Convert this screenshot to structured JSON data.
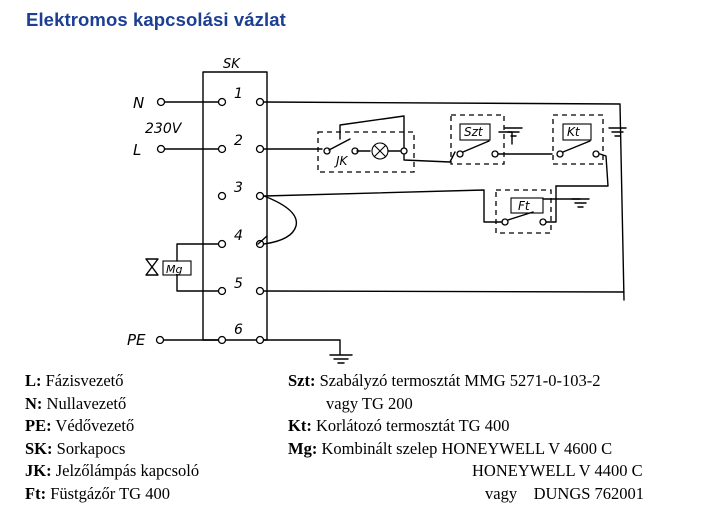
{
  "title": "Elektromos kapcsolási vázlat",
  "diagram": {
    "block_label": "SK",
    "voltage_label": "230V",
    "line_labels": {
      "N": "N",
      "L": "L",
      "PE": "PE"
    },
    "terminals": [
      "1",
      "2",
      "3",
      "4",
      "5",
      "6"
    ],
    "components": {
      "jk": "JK",
      "szt": "Szt",
      "kt": "Kt",
      "ft": "Ft",
      "mg": "Mg"
    }
  },
  "legend_left": [
    {
      "key": "L:",
      "text": " Fázisvezető"
    },
    {
      "key": "N:",
      "text": " Nullavezető"
    },
    {
      "key": "PE:",
      "text": " Védővezető"
    },
    {
      "key": "SK:",
      "text": " Sorkapocs"
    },
    {
      "key": "JK:",
      "text": " Jelzőlámpás kapcsoló"
    },
    {
      "key": "Ft:",
      "text": " Füstgázőr TG 400"
    }
  ],
  "legend_right": [
    {
      "key": "Szt:",
      "text": " Szabályzó termosztát MMG 5271-0-103-2"
    },
    {
      "text": "vagy TG 200"
    },
    {
      "key": "Kt:",
      "text": " Korlátozó termosztát TG 400"
    },
    {
      "key": "Mg:",
      "text": " Kombinált szelep HONEYWELL V 4600 C"
    },
    {
      "text": "HONEYWELL V 4400 C"
    },
    {
      "text": "vagy    DUNGS 762001"
    }
  ]
}
